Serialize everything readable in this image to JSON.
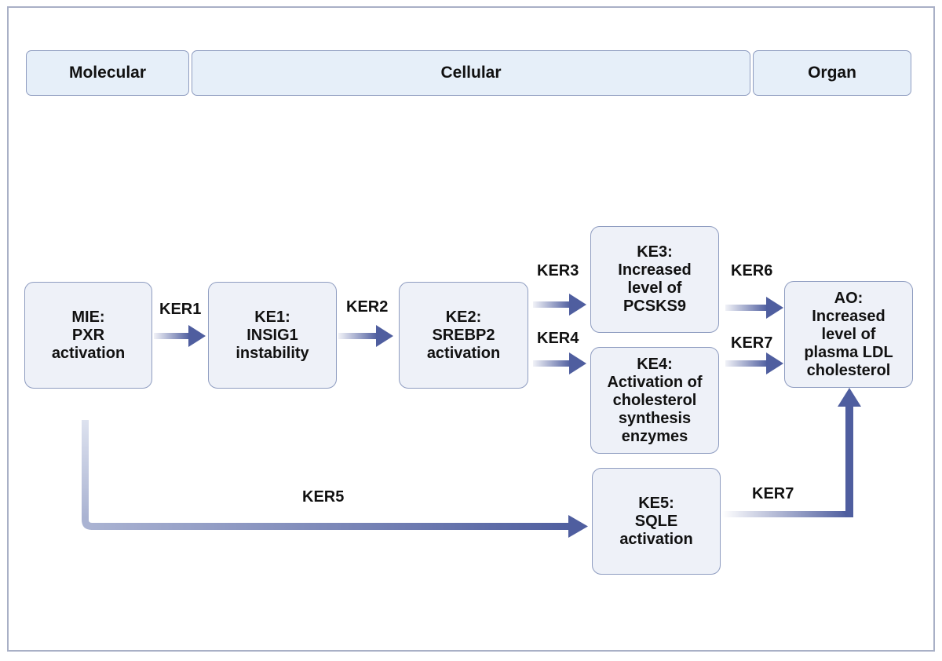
{
  "headers": {
    "molecular": "Molecular",
    "cellular": "Cellular",
    "organ": "Organ"
  },
  "nodes": {
    "mie": "MIE:\nPXR\nactivation",
    "ke1": "KE1:\nINSIG1\ninstability",
    "ke2": "KE2:\nSREBP2\nactivation",
    "ke3": "KE3:\nIncreased\nlevel of\nPCSKS9",
    "ke4": "KE4:\nActivation of\ncholesterol\nsynthesis\nenzymes",
    "ke5": "KE5:\nSQLE\nactivation",
    "ao": "AO:\nIncreased\nlevel of\nplasma LDL\ncholesterol"
  },
  "relationships": {
    "ker1": "KER1",
    "ker2": "KER2",
    "ker3": "KER3",
    "ker4": "KER4",
    "ker5": "KER5",
    "ker6": "KER6",
    "ker7_top": "KER7",
    "ker7_bottom": "KER7"
  },
  "colors": {
    "arrow": "#4f5e9f",
    "box_fill": "#eef1f8",
    "box_border": "#8e9cc0",
    "header_fill": "#e6eff9"
  }
}
